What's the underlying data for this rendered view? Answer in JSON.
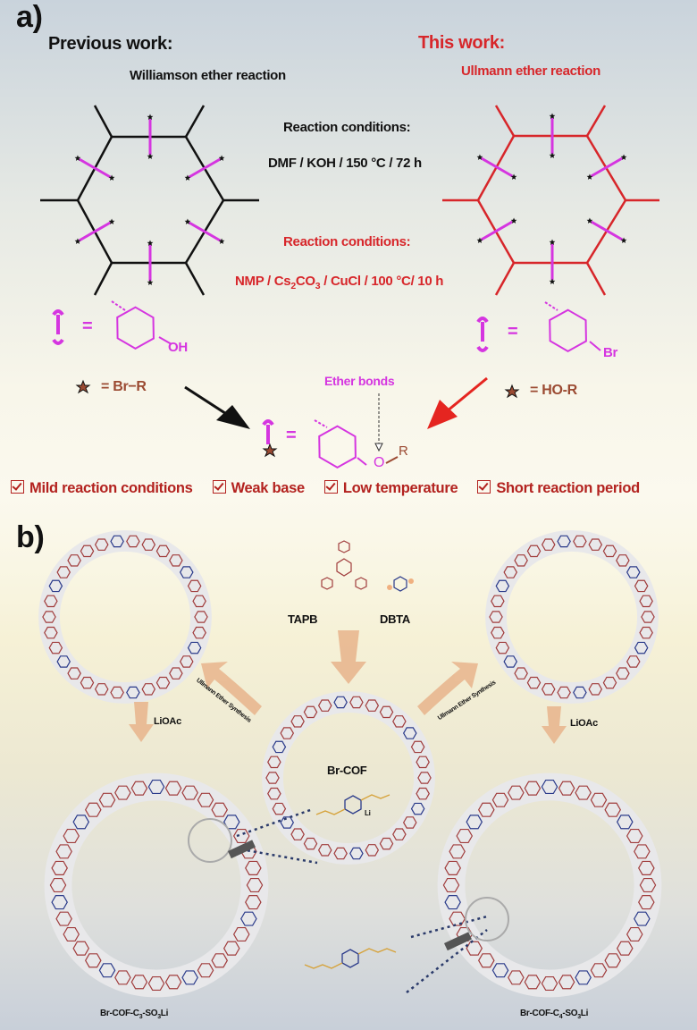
{
  "panel_a": {
    "label": "a)",
    "previous_title": "Previous work:",
    "this_title": "This work:",
    "previous_reaction": "Williamson ether reaction",
    "this_reaction": "Ullmann ether reaction",
    "conditions_label_prev": "Reaction conditions:",
    "conditions_prev": "DMF / KOH / 150 °C / 72 h",
    "conditions_label_this": "Reaction conditions:",
    "conditions_this": {
      "p1": "NMP / Cs",
      "s1": "2",
      "p2": "CO",
      "s2": "3",
      "p3": " / CuCl / 100 °C/ 10 h"
    },
    "eq": "=",
    "oh": "OH",
    "br": "Br",
    "star_prev": "= Br−R",
    "star_this": "= HO-R",
    "ether_bonds": "Ether bonds",
    "o": "O",
    "r": "R",
    "advantages": [
      "Mild reaction conditions",
      "Weak base",
      "Low temperature",
      "Short reaction period"
    ],
    "colors": {
      "red": "#d7262a",
      "pink": "#d535e0",
      "brown": "#9b4a32"
    }
  },
  "panel_b": {
    "label": "b)",
    "tapb": "TAPB",
    "dbta": "DBTA",
    "br_cof": "Br-COF",
    "ullmann_left": "Ullmann Ether Synthesis",
    "ullmann_right": "Ullmann Ether Synthesis",
    "lioac_left": "LiOAc",
    "lioac_right": "LiOAc",
    "product_left": {
      "p1": "Br-COF-C",
      "s1": "3",
      "p2": "-SO",
      "s2": "3",
      "p3": "Li"
    },
    "product_right": {
      "p1": "Br-COF-C",
      "s1": "4",
      "p2": "-SO",
      "s2": "3",
      "p3": "Li"
    },
    "li": "Li"
  }
}
